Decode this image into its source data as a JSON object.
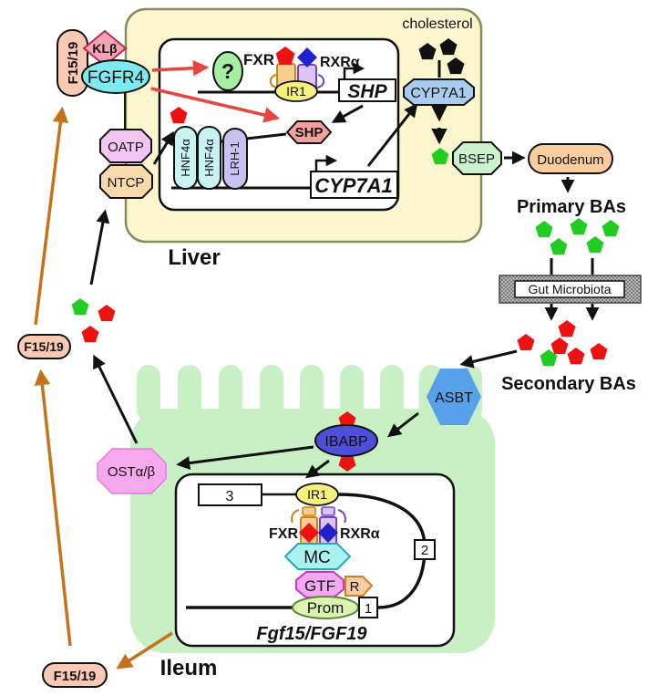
{
  "figure": {
    "description": "FGF15/FGF19 bile acid enterohepatic signaling pathway between liver and ileum"
  },
  "liver": {
    "label": "Liver",
    "cholesterol": "cholesterol",
    "f1519": "F15/19",
    "klb": "KLβ",
    "fgfr4": "FGFR4",
    "oatp": "OATP",
    "ntcp": "NTCP",
    "unknown_factor": "?",
    "fxr": "FXR",
    "rxra": "RXRα",
    "ir1": "IR1",
    "shp_gene": "SHP",
    "shp_protein": "SHP",
    "hnf4a_1": "HNF4α",
    "hnf4a_2": "HNF4α",
    "lrh1": "LRH-1",
    "cyp7a1_gene": "CYP7A1",
    "cyp7a1_enzyme": "CYP7A1",
    "bsep": "BSEP"
  },
  "gut": {
    "duodenum": "Duodenum",
    "primary_bas": "Primary BAs",
    "gut_microbiota": "Gut Microbiota",
    "secondary_bas": "Secondary BAs"
  },
  "ileum": {
    "label": "Ileum",
    "asbt": "ASBT",
    "ibabp": "IBABP",
    "ost": "OSTα/β",
    "box3": "3",
    "ir1": "IR1",
    "fxr": "FXR",
    "rxra": "RXRα",
    "mc": "MC",
    "gtf": "GTF",
    "r": "R",
    "prom": "Prom",
    "box1": "1",
    "box2": "2",
    "gene": "Fgf15/FGF19"
  },
  "circulation": {
    "f1519_mid": "F15/19",
    "f1519_bottom": "F15/19"
  },
  "colors": {
    "liver_fill": "#FCF6CF",
    "liver_stroke": "#8A8A5C",
    "ileum_fill": "#C9EFC4",
    "panel_fill": "#FFFFFF",
    "f1519_pill": "#F9C9B4",
    "klb_fill": "#F2A3B4",
    "fgfr4_fill": "#7EEAF0",
    "oatp_fill": "#F2C5F2",
    "ntcp_fill": "#FAD9AC",
    "unknown_fill": "#A6EFA0",
    "ir1_fill": "#F7F07B",
    "shp_protein_fill": "#F2A29C",
    "hnf4a_fill": "#C9F2F2",
    "lrh1_fill": "#C9C2F0",
    "cyp7a1_enzyme_fill": "#A9CCEE",
    "bsep_fill": "#CCF2CC",
    "duodenum_fill": "#F9CD9E",
    "asbt_fill": "#57A0EA",
    "ibabp_fill": "#4E4EDC",
    "ost_fill": "#F6A8EC",
    "mc_fill": "#A9F2F2",
    "gtf_fill": "#F2A9F2",
    "r_fill": "#F9CDA4",
    "prom_fill": "#DDF2B2",
    "fxr_box_fill": "#F5CD92",
    "rxr_box_fill": "#DCC4F2",
    "gut_bar_fill": "#AAAAAA",
    "primary_ba": "#22CC22",
    "secondary_ba": "#EE1111",
    "cholesterol": "#111111",
    "blue_ligand": "#2222CC",
    "red_arrow": "#E8453F",
    "brown_arrow": "#C4731B",
    "black": "#111111"
  }
}
